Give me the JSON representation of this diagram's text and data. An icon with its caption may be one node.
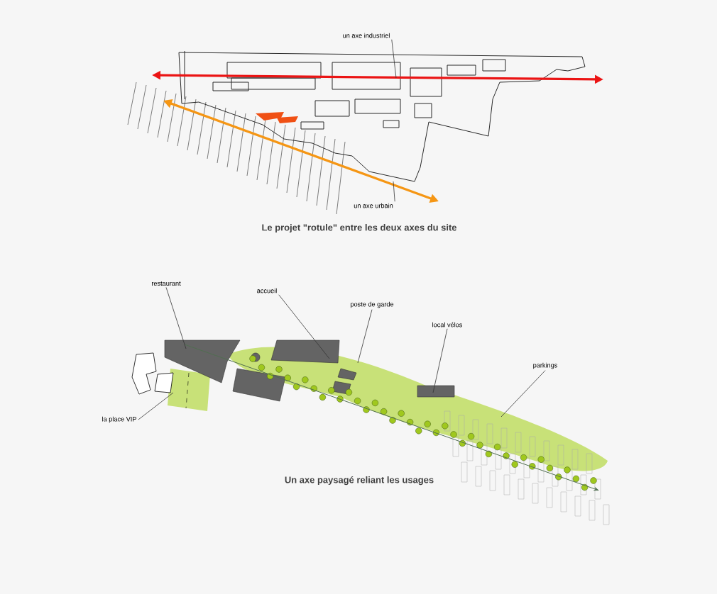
{
  "diagram": {
    "nodes": [
      {
        "text": [
          "un axe industriel"
        ]
      },
      {
        "text": [
          "un axe urbain"
        ]
      },
      {
        "text": [
          "restaurant"
        ]
      },
      {
        "text": [
          "accueil"
        ]
      },
      {
        "text": [
          "poste de garde"
        ]
      },
      {
        "text": [
          "local vélos"
        ]
      },
      {
        "text": [
          "parkings"
        ]
      },
      {
        "text": [
          "la place VIP"
        ]
      }
    ],
    "edges": [
      {
        "from": 0,
        "to": null,
        "arrow": "none"
      },
      {
        "from": 1,
        "to": null,
        "arrow": "none"
      },
      {
        "from": 2,
        "to": null,
        "arrow": "none"
      },
      {
        "from": 3,
        "to": null,
        "arrow": "none"
      },
      {
        "from": 4,
        "to": null,
        "arrow": "none"
      },
      {
        "from": 5,
        "to": null,
        "arrow": "none"
      },
      {
        "from": 6,
        "to": null,
        "arrow": "none"
      },
      {
        "from": 7,
        "to": null,
        "arrow": "none"
      }
    ],
    "labels": [
      "Le projet \"rotule\" entre les deux axes du site",
      "Un axe paysagé reliant les usages"
    ]
  }
}
